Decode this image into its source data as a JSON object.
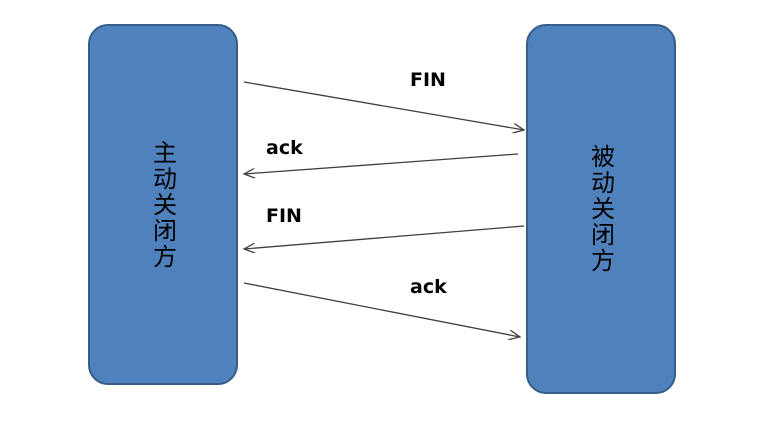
{
  "nodes": {
    "left": "主动关闭方",
    "right": "被动关闭方"
  },
  "messages": [
    {
      "label": "FIN",
      "direction": "left-to-right"
    },
    {
      "label": "ack",
      "direction": "right-to-left"
    },
    {
      "label": "FIN",
      "direction": "right-to-left"
    },
    {
      "label": "ack",
      "direction": "left-to-right"
    }
  ],
  "colors": {
    "box_fill": "#4f81bd",
    "box_border": "#385d8a",
    "arrow": "#404040"
  }
}
